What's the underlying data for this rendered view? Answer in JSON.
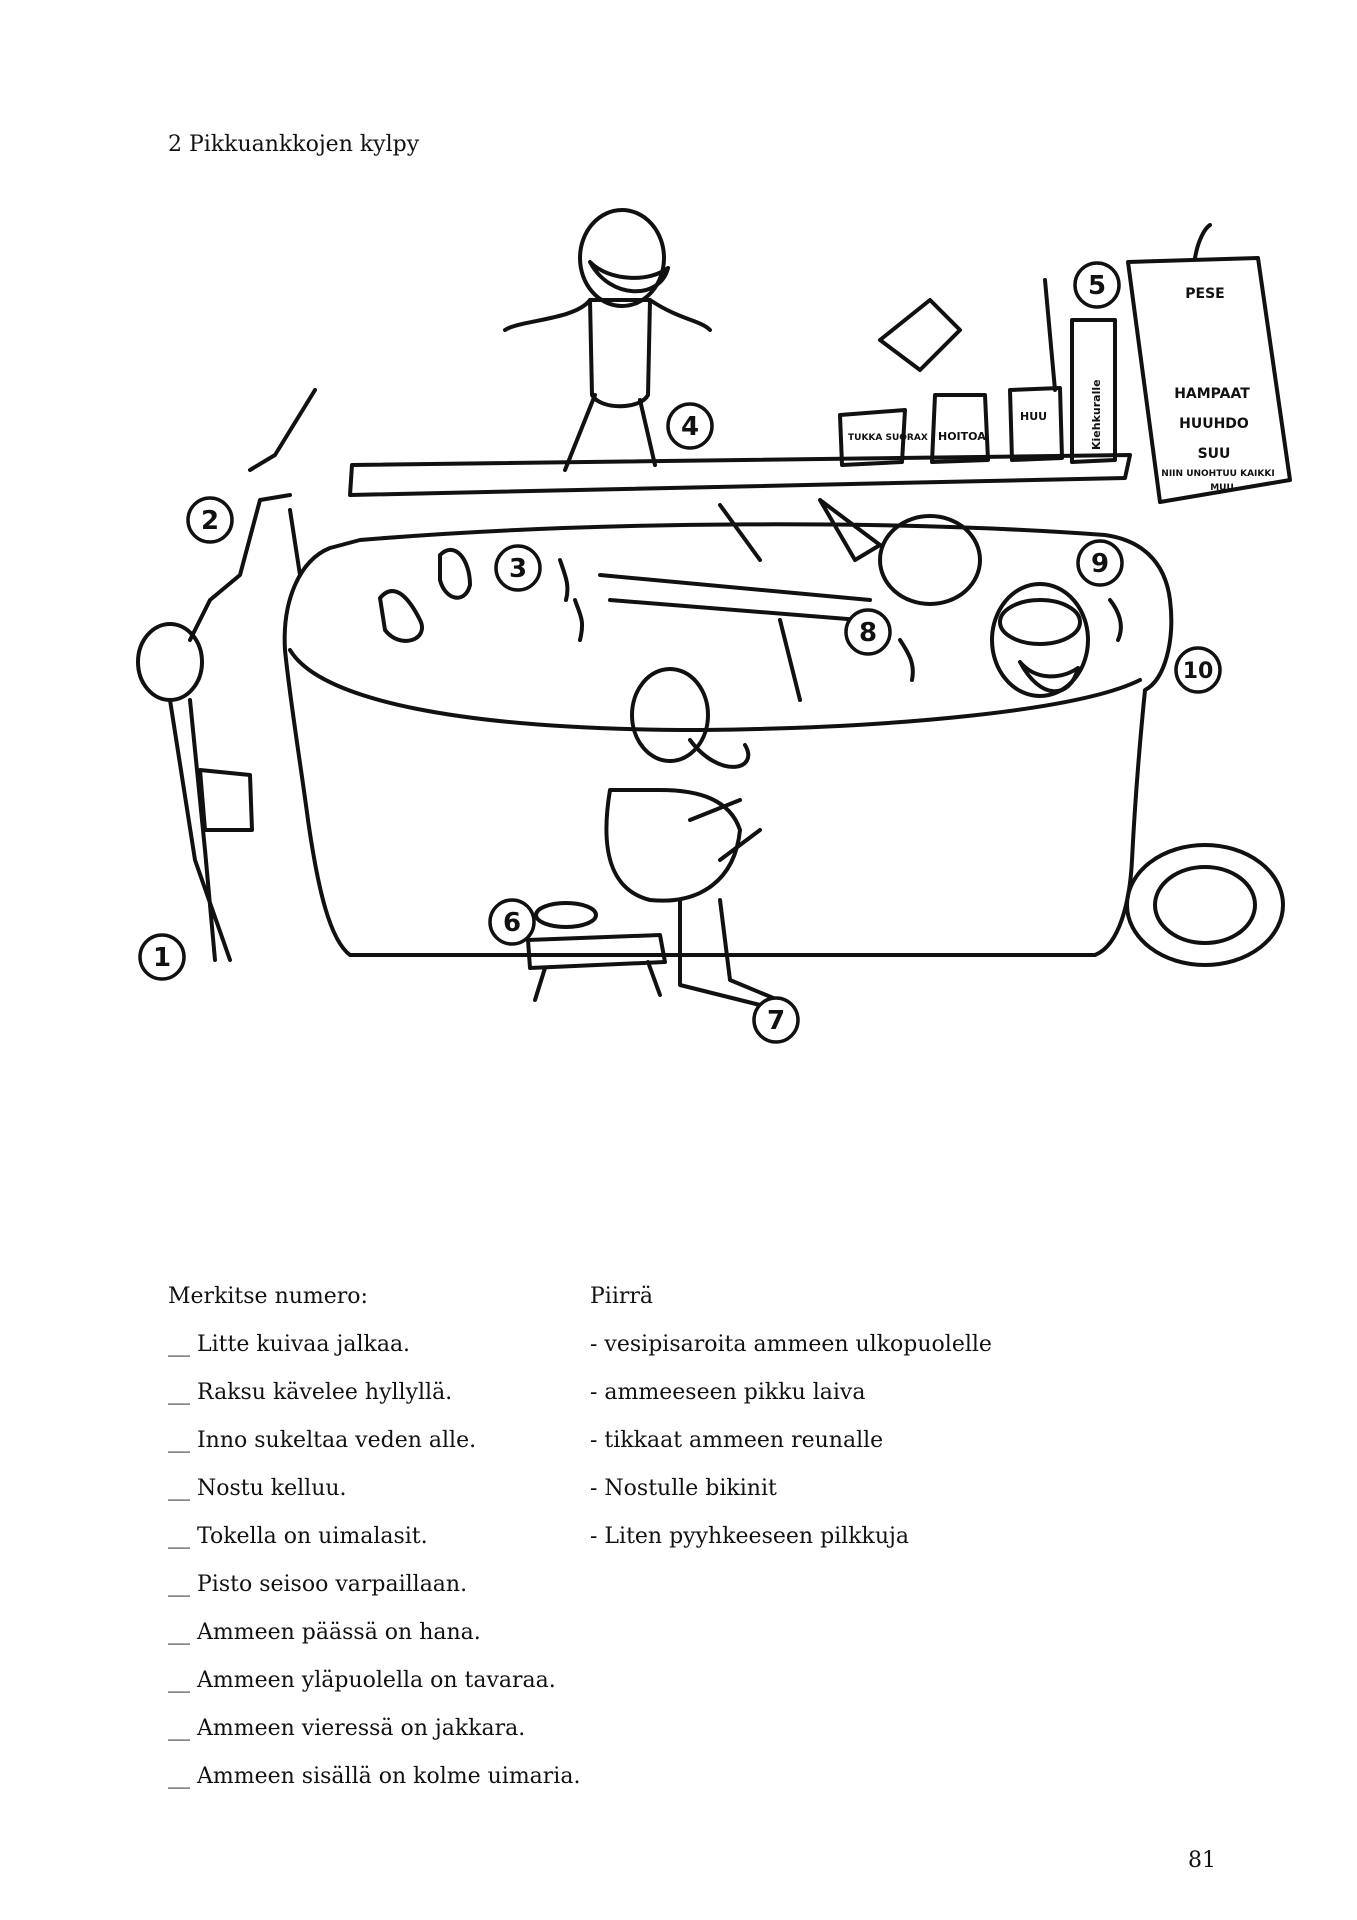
{
  "page": {
    "title": "2 Pikkuankkojen kylpy",
    "page_number": "81"
  },
  "illustration": {
    "markers": [
      "1",
      "2",
      "3",
      "4",
      "5",
      "6",
      "7",
      "8",
      "9",
      "10"
    ],
    "labels": {
      "hair_jar": "TUKKA SUORAX",
      "care_jar": "HOITOA",
      "cup": "HUU",
      "toothpaste": "Kiehkuralle"
    },
    "poster": {
      "title": "PESE",
      "line1": "HAMPAAT",
      "line2": "HUUHDO",
      "line3": "SUU",
      "line4": "NIIN UNOHTUU KAIKKI",
      "line5": "MUU"
    }
  },
  "tasks": {
    "left_heading": "Merkitse numero:",
    "left_items": [
      "__ Litte kuivaa jalkaa.",
      "__ Raksu kävelee hyllyllä.",
      "__ Inno sukeltaa veden alle.",
      "__ Nostu kelluu.",
      "__ Tokella on uimalasit.",
      "__ Pisto seisoo varpaillaan.",
      "__ Ammeen päässä on hana.",
      "__ Ammeen yläpuolella on tavaraa.",
      "__ Ammeen vieressä on jakkara.",
      "__ Ammeen sisällä on kolme uimaria."
    ],
    "right_heading": "Piirrä",
    "right_items": [
      "- vesipisaroita ammeen ulkopuolelle",
      "- ammeeseen pikku laiva",
      "- tikkaat ammeen reunalle",
      "- Nostulle bikinit",
      "- Liten pyyhkeeseen pilkkuja"
    ]
  }
}
